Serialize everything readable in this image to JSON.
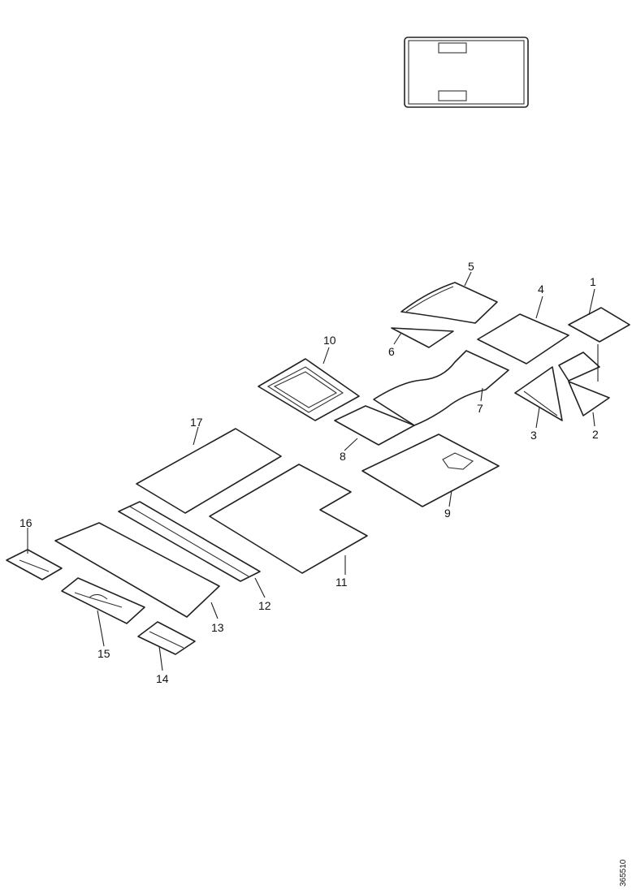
{
  "callouts": [
    "1",
    "2",
    "3",
    "4",
    "5",
    "6",
    "7",
    "8",
    "9",
    "10",
    "11",
    "12",
    "13",
    "14",
    "15",
    "16",
    "17"
  ],
  "drawing_ref": "365510"
}
